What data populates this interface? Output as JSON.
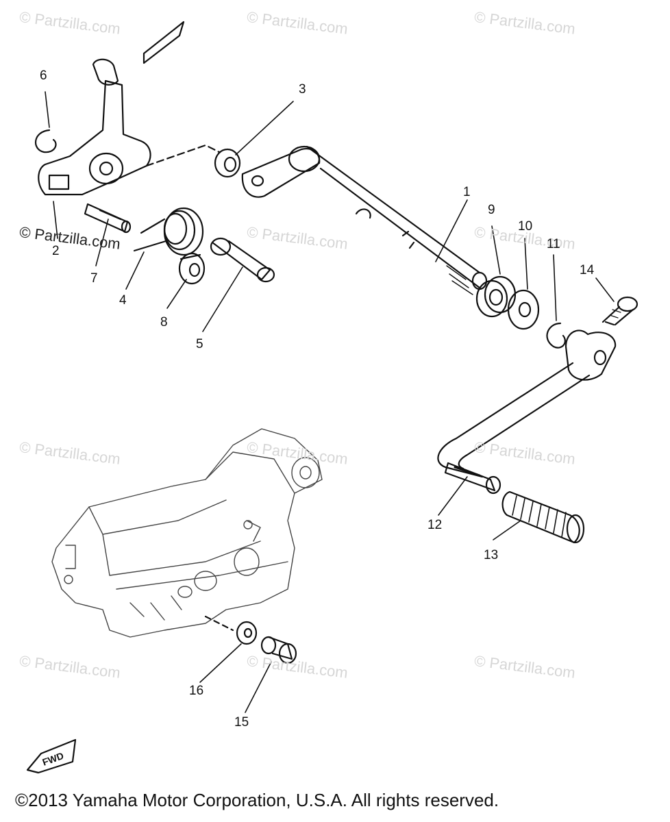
{
  "watermark": "© Partzilla.com",
  "copyright": "©2013 Yamaha Motor Corporation, U.S.A. All rights reserved.",
  "fwd_badge": "FWD",
  "callouts": [
    "1",
    "2",
    "3",
    "4",
    "5",
    "6",
    "7",
    "8",
    "9",
    "10",
    "11",
    "12",
    "13",
    "14",
    "15",
    "16"
  ]
}
